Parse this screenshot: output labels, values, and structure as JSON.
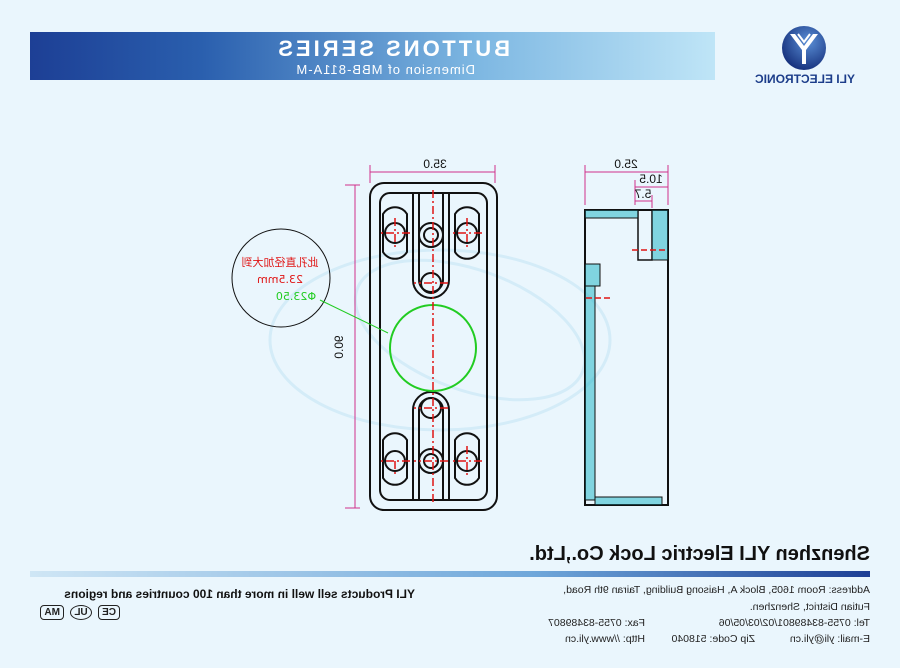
{
  "header": {
    "title": "BUTTONS SERIES",
    "subtitle": "Dimension of MBB-811A-M"
  },
  "brand": {
    "name": "YLI ELECTRONIC",
    "logo_icon": "yli-logo-icon",
    "colors": {
      "navy": "#1d3f95",
      "light": "#bfe5f7"
    }
  },
  "drawing": {
    "front_width": "35.0",
    "front_height": "90.0",
    "side_width": "25.0",
    "side_dim_1": "10.5",
    "side_dim_2": "5.7",
    "note_line_1": "此孔直径加大到",
    "note_line_2": "23.5mm",
    "note_diameter": "Φ23.50",
    "colors": {
      "outline": "#111111",
      "center": "#e01515",
      "hole": "#22cc22",
      "section": "#28b8c8"
    }
  },
  "footer": {
    "company": "Shenzhen YLI Electric Lock Co.,Ltd.",
    "slogan": "YLI Products sell well in more than 100 countries and regions",
    "address_1": "Address: Room 1605, Block A, Haisong Building, Tairan 9th Road,",
    "address_2": "Futian District, Shenzhen.",
    "tel": "Tel: 0755-83489801/02/03/05/06",
    "fax": "Fax: 0755-83489807",
    "email": "E-mail: yli@yli.cn",
    "zip": "Zip Code: 518040",
    "http": "Http: //www.yli.cn",
    "certs": [
      "CE",
      "UL",
      "MA"
    ]
  }
}
